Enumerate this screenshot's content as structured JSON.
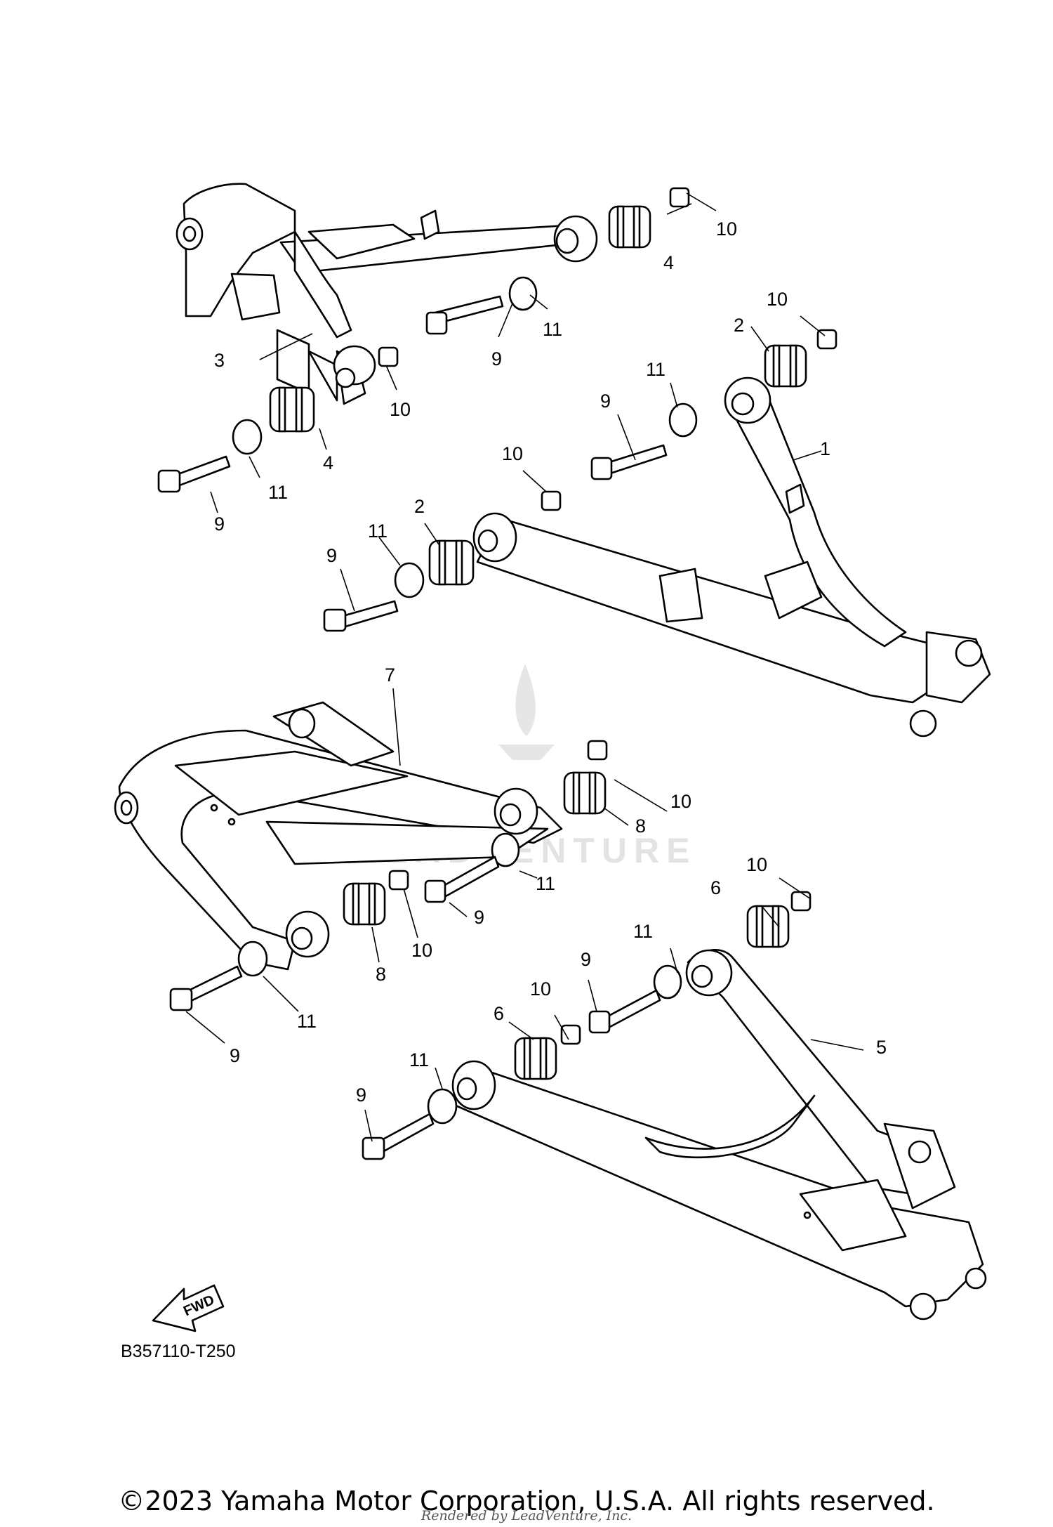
{
  "diagram_code": "B357110-T250",
  "fwd_label": "FWD",
  "watermark": "LEADVENTURE",
  "copyright": "©2023 Yamaha Motor Corporation, U.S.A. All rights reserved.",
  "rendered_by": "Rendered by LeadVenture, Inc.",
  "callouts": [
    "1",
    "2",
    "2",
    "3",
    "4",
    "4",
    "5",
    "6",
    "6",
    "7",
    "8",
    "8",
    "9",
    "9",
    "9",
    "9",
    "9",
    "9",
    "9",
    "9",
    "10",
    "10",
    "10",
    "10",
    "10",
    "10",
    "10",
    "10",
    "11",
    "11",
    "11",
    "11",
    "11",
    "11",
    "11",
    "11"
  ]
}
